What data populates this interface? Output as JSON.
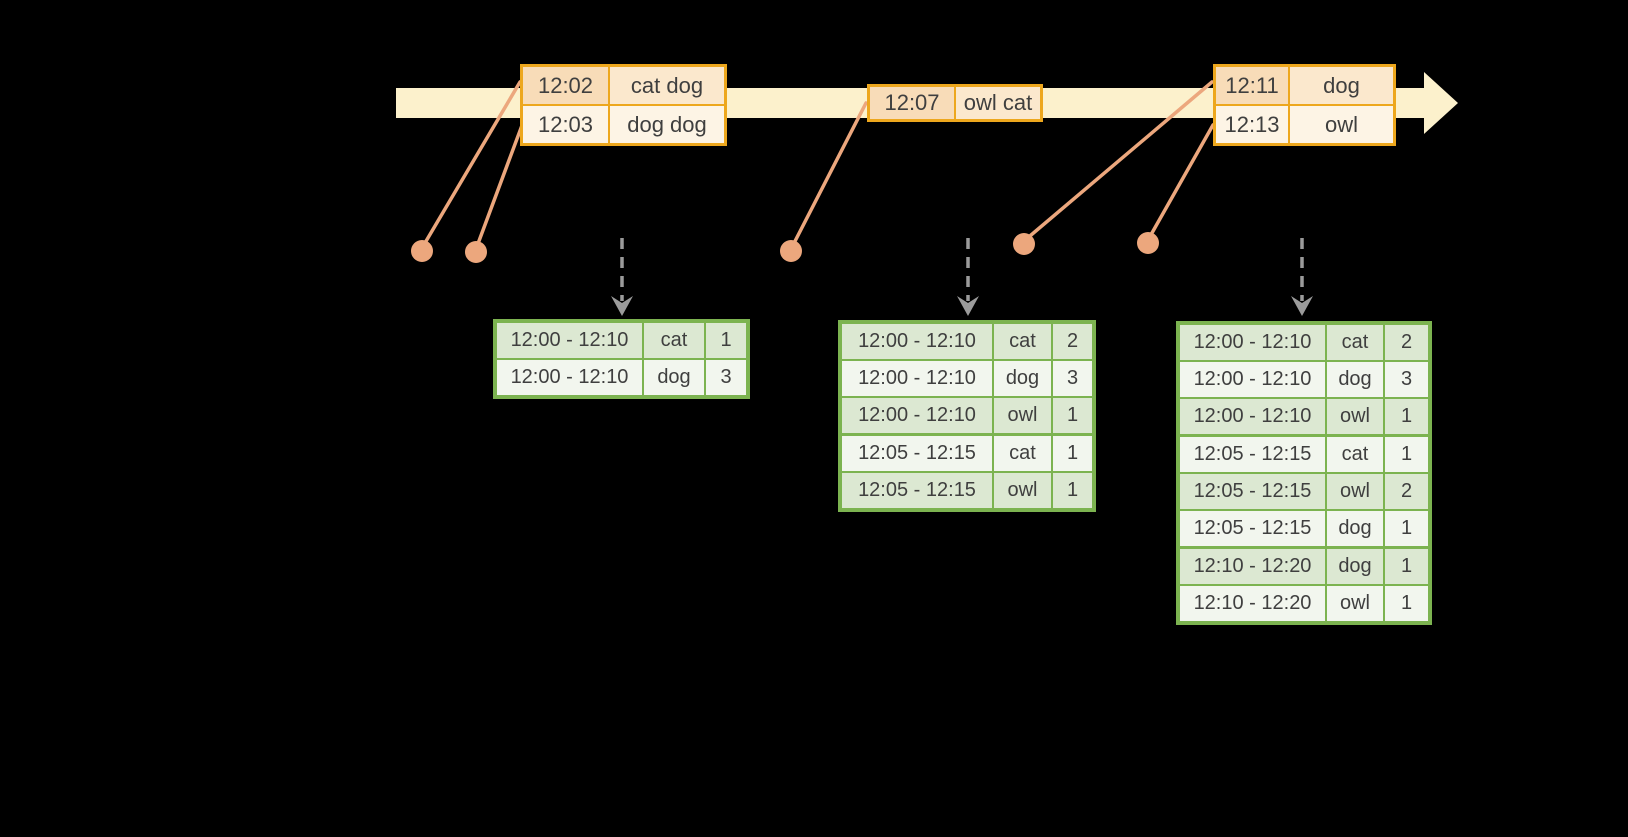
{
  "palette": {
    "band": "#fcf1cc",
    "event_border": "#eda71d",
    "event_peach": "#f8dcb8",
    "event_peach_light": "#fbe8cd",
    "event_cream": "#fdf4e5",
    "connector": "#eca77d",
    "trigger_gray": "#9b9b9b",
    "result_green": "#7cb350",
    "row_tint": "#dce8d2",
    "row_light": "#f2f6ee",
    "text": "#3f3f3f",
    "background": "#000000"
  },
  "event_groups": [
    {
      "rows": [
        {
          "time": "12:02",
          "words": "cat dog"
        },
        {
          "time": "12:03",
          "words": "dog dog"
        }
      ]
    },
    {
      "rows": [
        {
          "time": "12:07",
          "words": "owl cat"
        }
      ]
    },
    {
      "rows": [
        {
          "time": "12:11",
          "words": "dog"
        },
        {
          "time": "12:13",
          "words": "owl"
        }
      ]
    }
  ],
  "result_tables": [
    {
      "rows": [
        {
          "window": "12:00 - 12:10",
          "word": "cat",
          "count": "1"
        },
        {
          "window": "12:00 - 12:10",
          "word": "dog",
          "count": "3"
        }
      ]
    },
    {
      "rows": [
        {
          "window": "12:00 - 12:10",
          "word": "cat",
          "count": "2"
        },
        {
          "window": "12:00 - 12:10",
          "word": "dog",
          "count": "3"
        },
        {
          "window": "12:00 - 12:10",
          "word": "owl",
          "count": "1"
        },
        {
          "window": "12:05 - 12:15",
          "word": "cat",
          "count": "1"
        },
        {
          "window": "12:05 - 12:15",
          "word": "owl",
          "count": "1"
        }
      ]
    },
    {
      "rows": [
        {
          "window": "12:00 - 12:10",
          "word": "cat",
          "count": "2"
        },
        {
          "window": "12:00 - 12:10",
          "word": "dog",
          "count": "3"
        },
        {
          "window": "12:00 - 12:10",
          "word": "owl",
          "count": "1"
        },
        {
          "window": "12:05 - 12:15",
          "word": "cat",
          "count": "1"
        },
        {
          "window": "12:05 - 12:15",
          "word": "owl",
          "count": "2"
        },
        {
          "window": "12:05 - 12:15",
          "word": "dog",
          "count": "1"
        },
        {
          "window": "12:10 - 12:20",
          "word": "dog",
          "count": "1"
        },
        {
          "window": "12:10 - 12:20",
          "word": "owl",
          "count": "1"
        }
      ]
    }
  ]
}
